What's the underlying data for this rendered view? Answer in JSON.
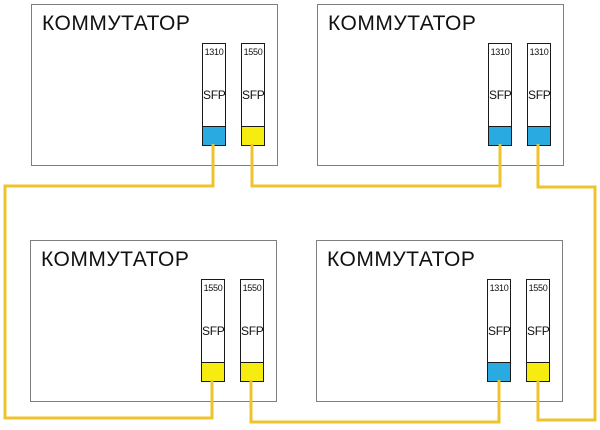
{
  "labels": {
    "sfp": "SFP"
  },
  "colors": {
    "cable": "#efc32d",
    "wavelength_1310": "#29abe2",
    "wavelength_1550": "#f7ec0f",
    "switch_border": "#7f7f7f",
    "background": "#ffffff"
  },
  "switches": [
    {
      "title": "КОММУТАТОР",
      "position": "top-left",
      "sfps": [
        {
          "wavelength": "1310",
          "color": "#29abe2"
        },
        {
          "wavelength": "1550",
          "color": "#f7ec0f"
        }
      ]
    },
    {
      "title": "КОММУТАТОР",
      "position": "top-right",
      "sfps": [
        {
          "wavelength": "1310",
          "color": "#29abe2"
        },
        {
          "wavelength": "1310",
          "color": "#29abe2"
        }
      ]
    },
    {
      "title": "КОММУТАТОР",
      "position": "bottom-left",
      "sfps": [
        {
          "wavelength": "1550",
          "color": "#f7ec0f"
        },
        {
          "wavelength": "1550",
          "color": "#f7ec0f"
        }
      ]
    },
    {
      "title": "КОММУТАТОР",
      "position": "bottom-right",
      "sfps": [
        {
          "wavelength": "1310",
          "color": "#29abe2"
        },
        {
          "wavelength": "1550",
          "color": "#f7ec0f"
        }
      ]
    }
  ],
  "connections": [
    {
      "from": "top-left switch, port 2 (1310)",
      "to": "bottom-left switch, port 1 (1550)",
      "route": "around left edge"
    },
    {
      "from": "top-left switch, port 2 (1550)",
      "to": "top-right switch, port 1 (1310)",
      "route": "between top switches"
    },
    {
      "from": "top-right switch, port 2 (1310)",
      "to": "bottom-right switch, port 2 (1550)",
      "route": "around right edge"
    },
    {
      "from": "bottom-left switch, port 2 (1550)",
      "to": "bottom-right switch, port 1 (1310)",
      "route": "between bottom switches"
    }
  ]
}
